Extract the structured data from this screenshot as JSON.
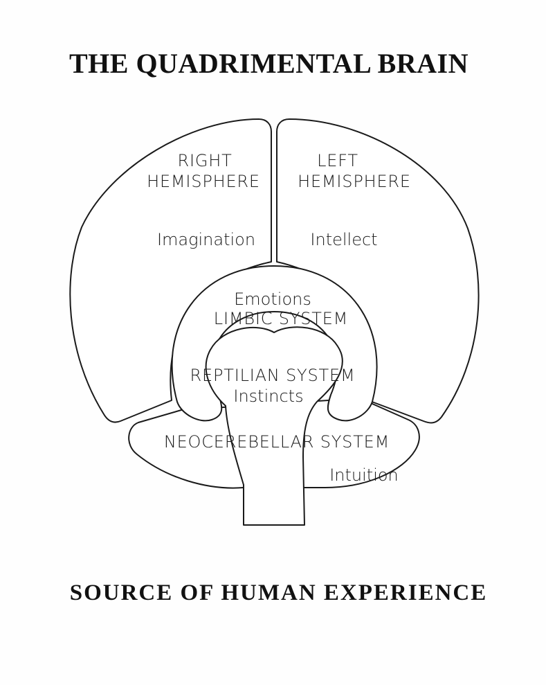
{
  "title": "THE QUADRIMENTAL BRAIN",
  "subtitle": "SOURCE OF HUMAN EXPERIENCE",
  "regions": {
    "right_hemisphere": {
      "name_line1": "RIGHT",
      "name_line2": "HEMISPHERE",
      "faculty": "Imagination"
    },
    "left_hemisphere": {
      "name_line1": "LEFT",
      "name_line2": "HEMISPHERE",
      "faculty": "Intellect"
    },
    "limbic": {
      "faculty": "Emotions",
      "name": "LIMBIC SYSTEM"
    },
    "reptilian": {
      "name": "REPTILIAN SYSTEM",
      "faculty": "Instincts"
    },
    "neocerebellar": {
      "name": "NEOCEREBELLAR SYSTEM",
      "faculty": "Intuition"
    }
  },
  "colors": {
    "stroke": "#1a1a1a",
    "fill": "#ffffff",
    "text": "#111111"
  }
}
